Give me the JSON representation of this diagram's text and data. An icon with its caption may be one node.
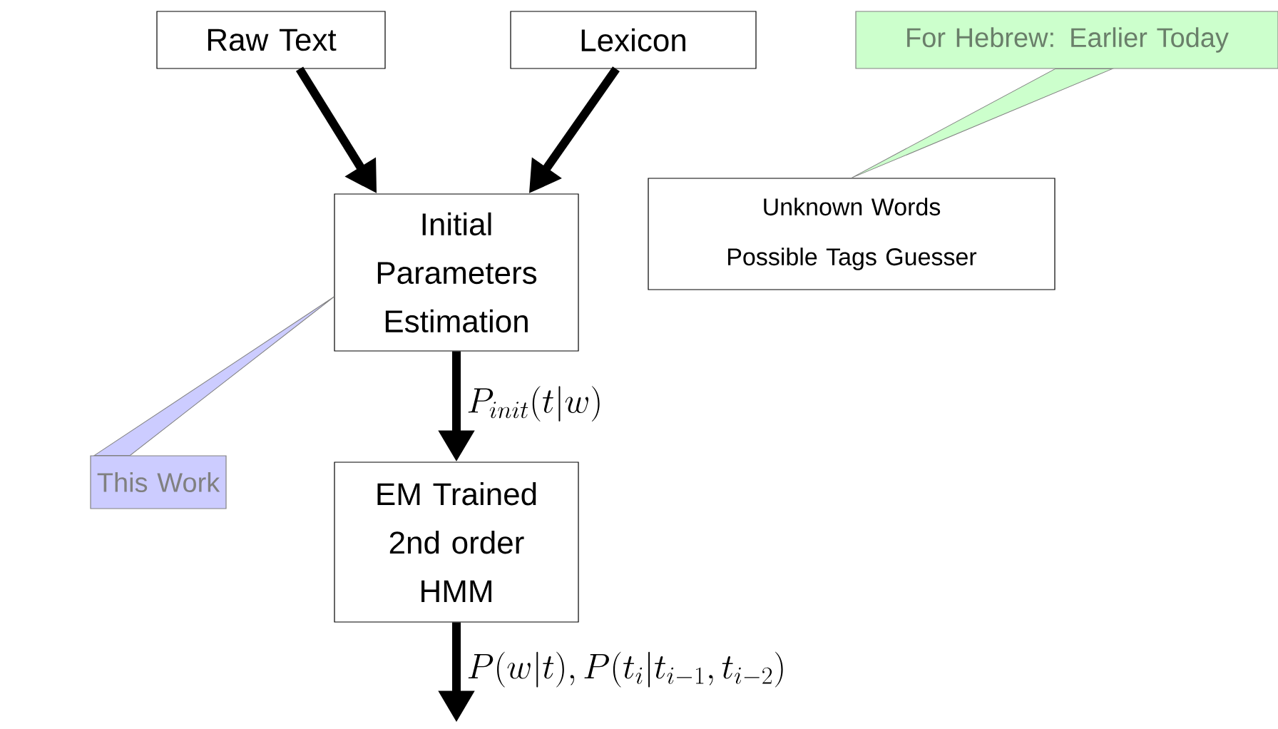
{
  "diagram": {
    "nodes": [
      {
        "text": [
          "Raw Text"
        ]
      },
      {
        "text": [
          "Lexicon"
        ]
      },
      {
        "text": [
          "Initial Parameters Estimation"
        ]
      },
      {
        "text": [
          "Unknown Words Possible Tags Guesser"
        ]
      },
      {
        "text": [
          "EM Trained 2nd order HMM"
        ]
      },
      {
        "text": [
          "This Work"
        ]
      },
      {
        "text": [
          "For Hebrew: Earlier Today"
        ]
      }
    ],
    "edges": [
      {
        "from": 0,
        "to": 2,
        "arrow": "to"
      },
      {
        "from": 1,
        "to": 2,
        "arrow": "to"
      },
      {
        "from": 2,
        "to": 4,
        "arrow": "to",
        "label": "P_{init}(t|w)"
      },
      {
        "from": 4,
        "to": null,
        "arrow": "to",
        "label": "P(w|t),P(t_i|t_{i-1},t_{i-2})"
      },
      {
        "from": 5,
        "to": 2,
        "arrow": "none",
        "color": "#ccccff"
      },
      {
        "from": 6,
        "to": 3,
        "arrow": "none",
        "color": "#ccffcc"
      }
    ]
  }
}
